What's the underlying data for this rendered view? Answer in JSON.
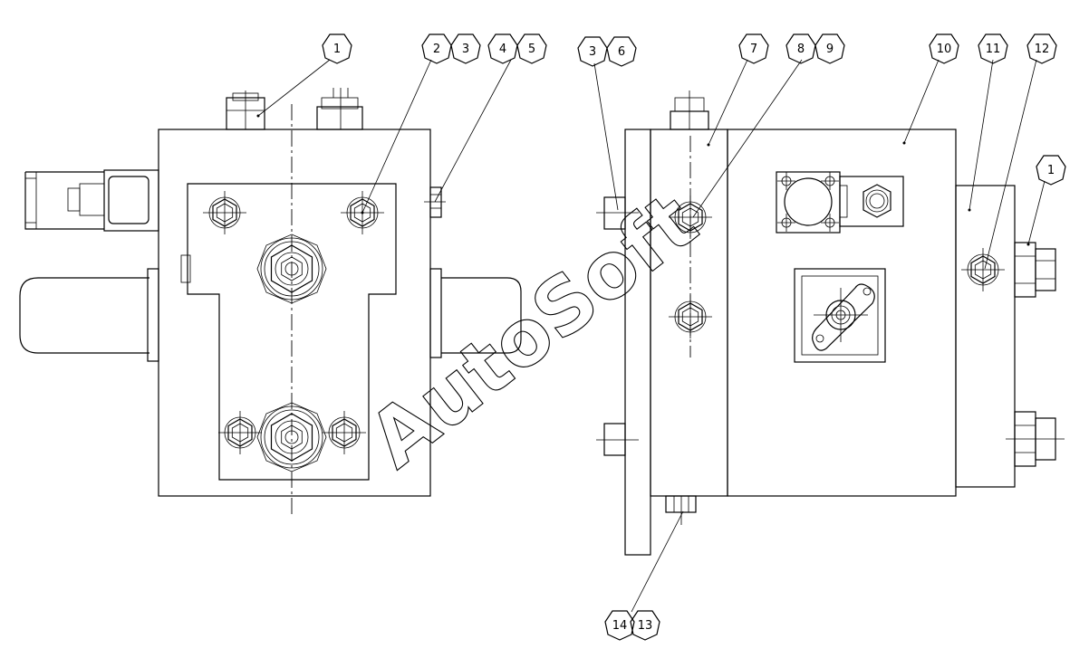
{
  "callouts": {
    "c1a": "1",
    "c2": "2",
    "c3a": "3",
    "c4": "4",
    "c5": "5",
    "c3b": "3",
    "c6": "6",
    "c7": "7",
    "c8": "8",
    "c9": "9",
    "c10": "10",
    "c11": "11",
    "c12": "12",
    "c1b": "1",
    "c14": "14",
    "c13": "13"
  },
  "watermark": "AutoSoft"
}
